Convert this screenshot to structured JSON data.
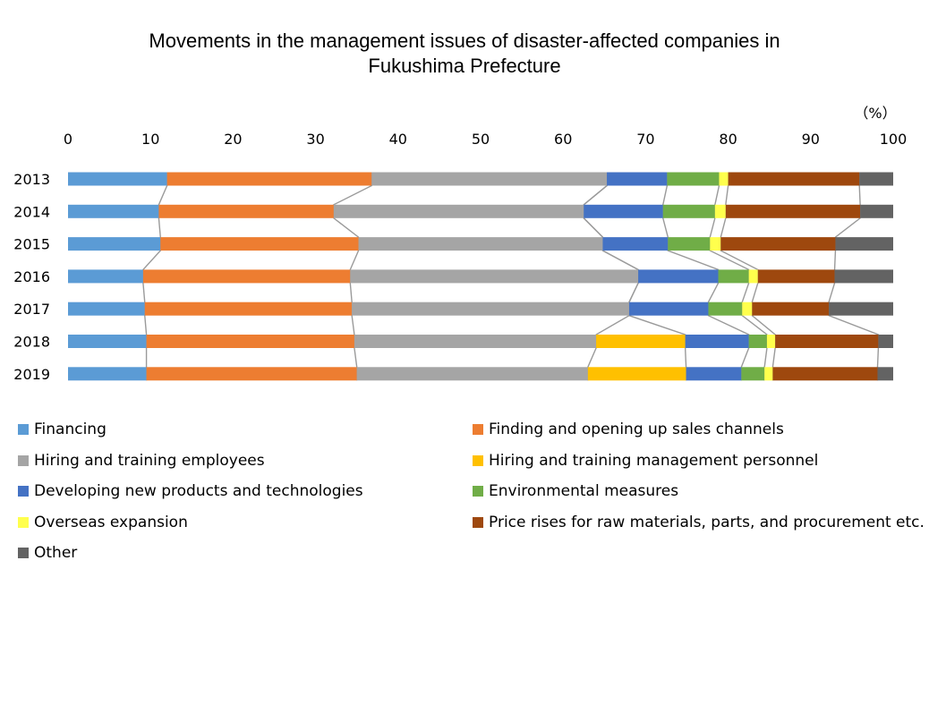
{
  "chart_data": {
    "type": "bar",
    "orientation": "horizontal",
    "stacked": true,
    "title_lines": [
      "Movements in the management issues of disaster-affected companies in",
      "Fukushima Prefecture"
    ],
    "unit_label": "（%）",
    "xlim": [
      0,
      100
    ],
    "xticks": [
      "0",
      "10",
      "20",
      "30",
      "40",
      "50",
      "60",
      "70",
      "80",
      "90",
      "100"
    ],
    "categories": [
      "2013",
      "2014",
      "2015",
      "2016",
      "2017",
      "2018",
      "2019"
    ],
    "series": [
      {
        "name": "Financing",
        "color": "#5B9BD5",
        "values": [
          12.0,
          11.0,
          11.2,
          9.1,
          9.3,
          9.5,
          9.5
        ]
      },
      {
        "name": "Finding and opening up sales channels",
        "color": "#ED7D31",
        "values": [
          24.8,
          21.2,
          24.0,
          25.1,
          25.1,
          25.2,
          25.5
        ]
      },
      {
        "name": "Hiring and training employees",
        "color": "#A5A5A5",
        "values": [
          28.5,
          30.3,
          29.6,
          34.9,
          33.6,
          29.3,
          28.0
        ]
      },
      {
        "name": "Hiring and training management personnel",
        "color": "#FFC000",
        "values": [
          0,
          0,
          0,
          0,
          0,
          10.8,
          11.9
        ]
      },
      {
        "name": "Developing new products and technologies",
        "color": "#4472C4",
        "values": [
          7.3,
          9.6,
          7.9,
          9.7,
          9.6,
          7.7,
          6.7
        ]
      },
      {
        "name": "Environmental measures",
        "color": "#70AD47",
        "values": [
          6.3,
          6.3,
          5.1,
          3.7,
          4.1,
          2.2,
          2.8
        ]
      },
      {
        "name": "Overseas expansion",
        "color": "#FFFF4D",
        "values": [
          1.1,
          1.3,
          1.3,
          1.1,
          1.2,
          1.0,
          1.0
        ]
      },
      {
        "name": "Price rises for raw materials, parts, and procurement etc.",
        "color": "#9E480E",
        "values": [
          15.9,
          16.3,
          13.9,
          9.3,
          9.3,
          12.5,
          12.7
        ]
      },
      {
        "name": "Other",
        "color": "#636363",
        "values": [
          4.1,
          4.0,
          7.0,
          7.1,
          7.8,
          1.8,
          1.9
        ]
      }
    ],
    "legend_position": "bottom",
    "grid": false
  }
}
